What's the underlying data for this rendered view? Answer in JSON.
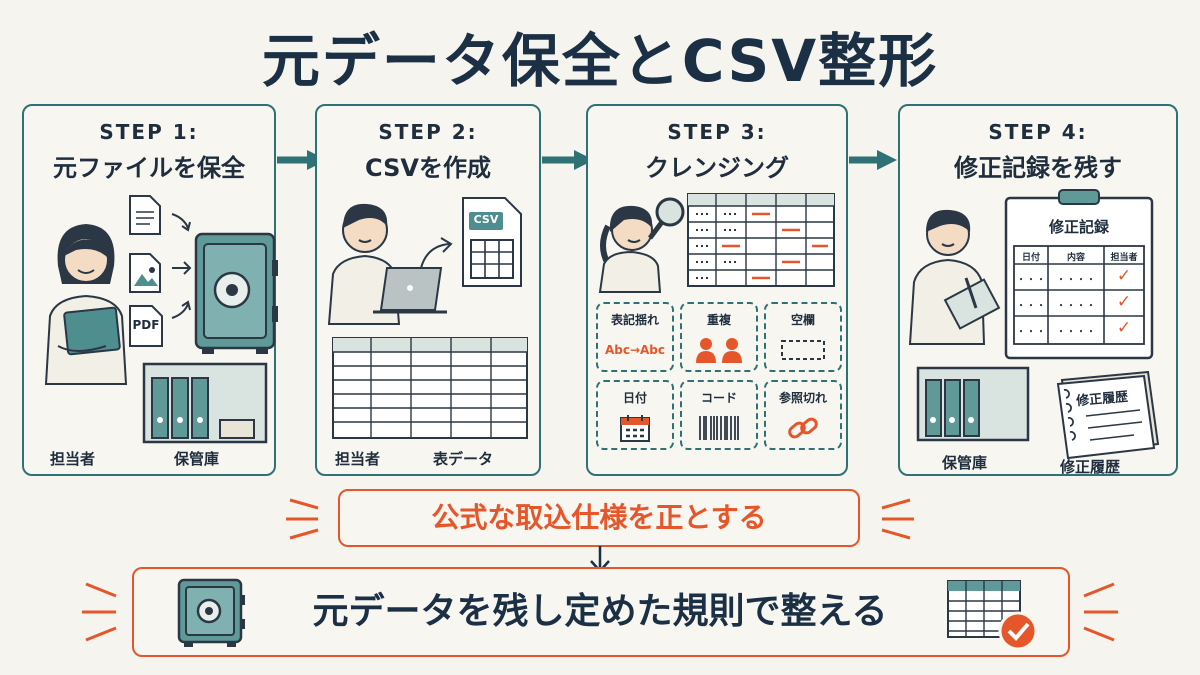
{
  "title": "元データ保全とCSV整形",
  "steps": [
    {
      "label": "STEP 1:",
      "name": "元ファイルを保全",
      "captions": [
        "担当者",
        "保管庫"
      ],
      "file_labels": [
        "PDF"
      ]
    },
    {
      "label": "STEP 2:",
      "name": "CSVを作成",
      "captions": [
        "担当者",
        "表データ"
      ],
      "file_labels": [
        "CSV"
      ]
    },
    {
      "label": "STEP 3:",
      "name": "クレンジング",
      "issues": [
        {
          "label": "表記揺れ",
          "icon": "abc-arrow-icon",
          "icon_text": "Abc→Abc"
        },
        {
          "label": "重複",
          "icon": "duplicate-people-icon"
        },
        {
          "label": "空欄",
          "icon": "empty-field-icon"
        },
        {
          "label": "日付",
          "icon": "calendar-icon"
        },
        {
          "label": "コード",
          "icon": "barcode-icon"
        },
        {
          "label": "参照切れ",
          "icon": "broken-link-icon"
        }
      ]
    },
    {
      "label": "STEP 4:",
      "name": "修正記録を残す",
      "captions": [
        "保管庫",
        "修正履歴"
      ],
      "record_title": "修正記録",
      "record_columns": [
        "日付",
        "内容",
        "担当者"
      ],
      "record_rows": [
        [
          "・・・",
          "・・・・",
          "✓"
        ],
        [
          "・・・",
          "・・・・",
          "✓"
        ],
        [
          "・・・",
          "・・・・",
          "✓"
        ]
      ],
      "book_title": "修正履歴"
    }
  ],
  "rule": "公式な取込仕様を正とする",
  "conclusion": "元データを残し定めた規則で整える",
  "colors": {
    "teal": "#2e7275",
    "orange": "#e5572a",
    "navy": "#1b2f45"
  }
}
